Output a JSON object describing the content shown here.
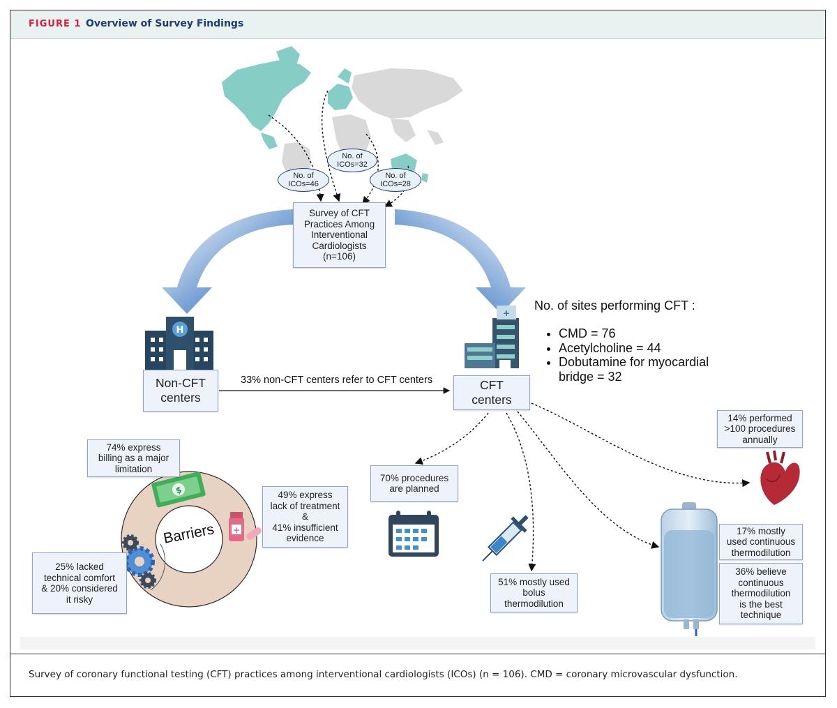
{
  "header": {
    "figure_label": "FIGURE 1",
    "title": "Overview of Survey Findings"
  },
  "regions": [
    {
      "label": "No. of\nICOs=46"
    },
    {
      "label": "No. of\nICOs=32"
    },
    {
      "label": "No. of\nICOs=28"
    }
  ],
  "survey_box": "Survey of CFT\nPractices Among\nInterventional\nCardiologists\n(n=106)",
  "non_cft": {
    "label": "Non-CFT\ncenters"
  },
  "cft": {
    "label": "CFT\ncenters"
  },
  "referral_text": "33% non-CFT centers refer to CFT centers",
  "sites": {
    "heading": "No. of sites performing CFT :",
    "items": [
      "CMD = 76",
      "Acetylcholine = 44",
      "Dobutamine for myocardial bridge = 32"
    ]
  },
  "barriers": {
    "label": "Barriers",
    "billing": "74% express\nbilling as a major\nlimitation",
    "treatment": "49% express\nlack of treatment\n&\n41% insufficient\nevidence",
    "technical": "25% lacked\ntechnical comfort\n& 20% considered\nit risky"
  },
  "findings": {
    "planned": "70% procedures\nare planned",
    "bolus": "51% mostly used\nbolus\nthermodilution",
    "volume": "14% performed\n>100 procedures\nannually",
    "continuous": "17% mostly\nused continuous\nthermodilution",
    "best": "36% believe\ncontinuous\nthermodilution\nis the best\ntechnique"
  },
  "caption": "Survey of coronary functional testing (CFT) practices among interventional cardiologists (ICOs) (n = 106). CMD = coronary microvascular dysfunction.",
  "colors": {
    "accent_red": "#d6213b",
    "title_blue": "#1a3d78",
    "map_teal": "#86cdc6",
    "map_gray": "#d9d9d9",
    "arrow_blue": "#2d63b0",
    "building_navy": "#27455e",
    "donut_tan": "#e8d2c2"
  },
  "icons": [
    "world-map",
    "hospital-building-icon",
    "clinic-building-icon",
    "money-icon",
    "medicine-icon",
    "gears-icon",
    "calendar-icon",
    "syringe-icon",
    "heart-icon",
    "iv-bag-icon"
  ]
}
